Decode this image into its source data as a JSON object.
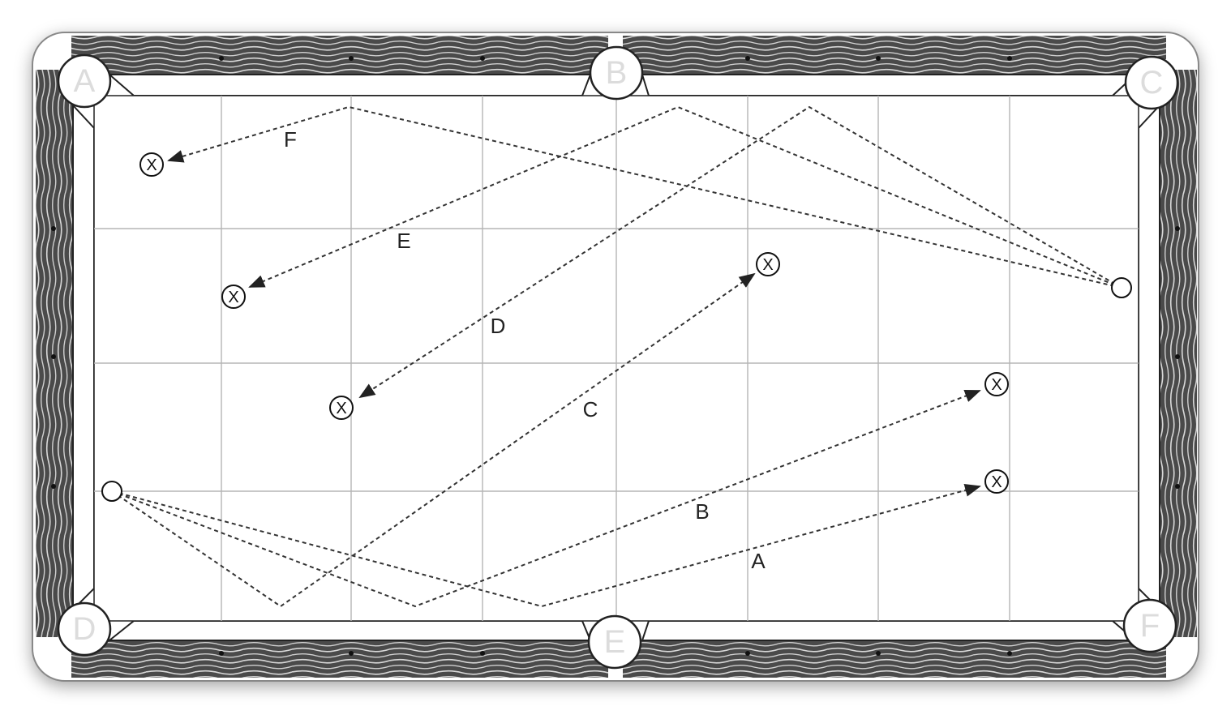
{
  "diagram": {
    "pockets": [
      {
        "id": "A",
        "label": "A"
      },
      {
        "id": "B",
        "label": "B"
      },
      {
        "id": "C",
        "label": "C"
      },
      {
        "id": "D",
        "label": "D"
      },
      {
        "id": "E",
        "label": "E"
      },
      {
        "id": "F",
        "label": "F"
      }
    ],
    "shots": [
      {
        "label": "A"
      },
      {
        "label": "B"
      },
      {
        "label": "C"
      },
      {
        "label": "D"
      },
      {
        "label": "E"
      },
      {
        "label": "F"
      }
    ],
    "target_mark": "X"
  },
  "colors": {
    "rail_dark": "#3a3a3a",
    "felt": "#ffffff",
    "grid": "#b5b5b5",
    "path": "#333333"
  }
}
